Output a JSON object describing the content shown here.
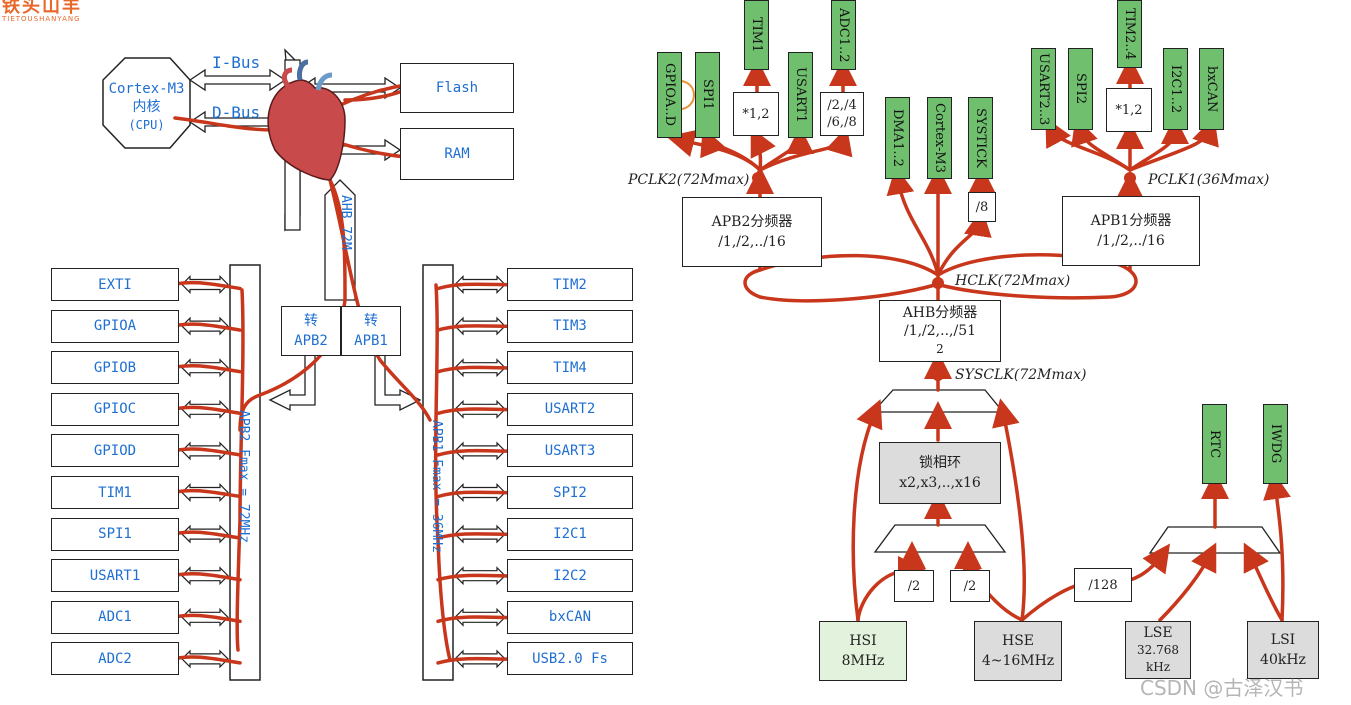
{
  "logo": {
    "title": "铁头山羊",
    "subtitle": "TIETOUSHANYANG"
  },
  "watermark": "CSDN @古泽汉书",
  "left": {
    "cpu": {
      "line1": "Cortex-M3",
      "line2": "内核",
      "line3": "(CPU)"
    },
    "ibus": "I-Bus",
    "dbus": "D-Bus",
    "flash": "Flash",
    "ram": "RAM",
    "ahb": "AHB 72M",
    "bridge_apb2": {
      "line1": "转",
      "line2": "APB2"
    },
    "bridge_apb1": {
      "line1": "转",
      "line2": "APB1"
    },
    "apb2_bus": "APB2 Fmax = 72MHz",
    "apb1_bus": "APB1 Fmax = 36MHz",
    "apb2_periph": [
      "EXTI",
      "GPIOA",
      "GPIOB",
      "GPIOC",
      "GPIOD",
      "TIM1",
      "SPI1",
      "USART1",
      "ADC1",
      "ADC2"
    ],
    "apb1_periph": [
      "TIM2",
      "TIM3",
      "TIM4",
      "USART2",
      "USART3",
      "SPI2",
      "I2C1",
      "I2C2",
      "bxCAN",
      "USB2.0 Fs"
    ]
  },
  "right": {
    "apb2_outputs": [
      "GPIOA..D",
      "SPI1",
      "TIM1",
      "USART1",
      "ADC1..2"
    ],
    "apb2_mul": "*1,2",
    "apb2_adc_div": {
      "line1": "/2,/4",
      "line2": "/6,/8"
    },
    "pclk2": "PCLK2(72Mmax)",
    "apb2_div": {
      "line1": "APB2分频器",
      "line2": "/1,/2,../16"
    },
    "ahb_outputs": [
      "DMA1..2",
      "Cortex-M3",
      "SYSTICK"
    ],
    "systick_div": "/8",
    "hclk": "HCLK(72Mmax)",
    "ahb_div": {
      "line1": "AHB分频器",
      "line2": "/1,/2,..,/51",
      "line3": "2"
    },
    "sysclk": "SYSCLK(72Mmax)",
    "apb1_outputs": [
      "USART2..3",
      "SPI2",
      "TIM2..4",
      "I2C1..2",
      "bxCAN"
    ],
    "apb1_mul": "*1,2",
    "pclk1": "PCLK1(36Mmax)",
    "apb1_div": {
      "line1": "APB1分频器",
      "line2": "/1,/2,../16"
    },
    "pll": {
      "line1": "锁相环",
      "line2": "x2,x3,..,x16"
    },
    "hsi_div": "/2",
    "hse_div": "/2",
    "hse_rtc_div": "/128",
    "hsi": {
      "line1": "HSI",
      "line2": "8MHz"
    },
    "hse": {
      "line1": "HSE",
      "line2": "4~16MHz"
    },
    "lse": {
      "line1": "LSE",
      "line2": "32.768",
      "line3": "kHz"
    },
    "lsi": {
      "line1": "LSI",
      "line2": "40kHz"
    },
    "rtc": "RTC",
    "iwdg": "IWDG"
  },
  "colors": {
    "annotation_red": "#c8361b",
    "green": "#6fbf6f",
    "text_blue": "#1f6fd1",
    "logo_orange": "#e8682a"
  }
}
